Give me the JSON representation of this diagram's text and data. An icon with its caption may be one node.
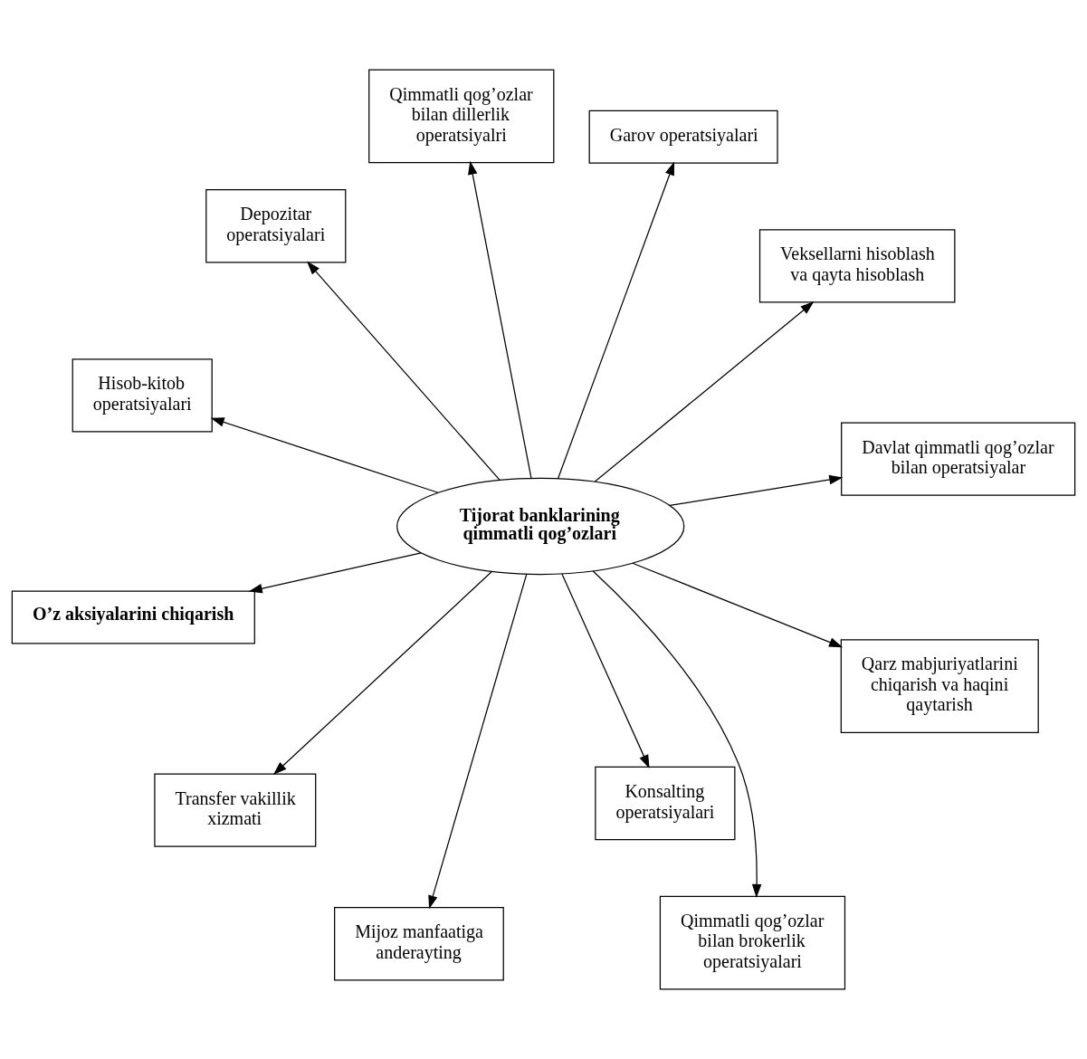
{
  "diagram": {
    "nodes": [
      {
        "text": [
          "O’z aksiyalarini chiqarish"
        ]
      },
      {
        "text": [
          "Veksellarni hisoblash va qayta hisoblash"
        ]
      },
      {
        "text": [
          "Mijoz manfaatiga anderayting"
        ]
      },
      {
        "text": [
          "Qimmatli qog’ozlar bilan dillerlik operatsiyalri"
        ]
      },
      {
        "text": [
          "Garov operatsiyalari"
        ]
      },
      {
        "text": [
          "Depozitar operatsiyalari"
        ]
      },
      {
        "text": [
          "Tijorat banklarining qimmatli qog’ozlari"
        ]
      },
      {
        "text": [
          "Qarz mabjuriyatlarini chiqarish va haqini qaytarish"
        ]
      },
      {
        "text": [
          "Transfer vakillik xizmati"
        ]
      },
      {
        "text": [
          "Qimmatli qog’ozlar bilan brokerlik operatsiyalari"
        ]
      },
      {
        "text": [
          "Konsalting operatsiyalari"
        ]
      },
      {
        "text": [
          "Hisob-kitob operatsiyalari"
        ]
      },
      {
        "text": [
          "Davlat qimmatli qog’ozlar bilan operatsiyalar"
        ]
      }
    ],
    "edges": [
      {
        "from": 6,
        "to": 0,
        "arrow": "to"
      },
      {
        "from": 6,
        "to": 1,
        "arrow": "to"
      },
      {
        "from": 6,
        "to": 2,
        "arrow": "to"
      },
      {
        "from": 6,
        "to": 3,
        "arrow": "to"
      },
      {
        "from": 6,
        "to": 4,
        "arrow": "to"
      },
      {
        "from": 6,
        "to": 5,
        "arrow": "to"
      },
      {
        "from": 6,
        "to": 7,
        "arrow": "to"
      },
      {
        "from": 6,
        "to": 8,
        "arrow": "to"
      },
      {
        "from": 6,
        "to": 9,
        "arrow": "to"
      },
      {
        "from": 6,
        "to": 10,
        "arrow": "to"
      },
      {
        "from": 6,
        "to": 11,
        "arrow": "to"
      },
      {
        "from": 6,
        "to": 12,
        "arrow": "to"
      }
    ]
  }
}
